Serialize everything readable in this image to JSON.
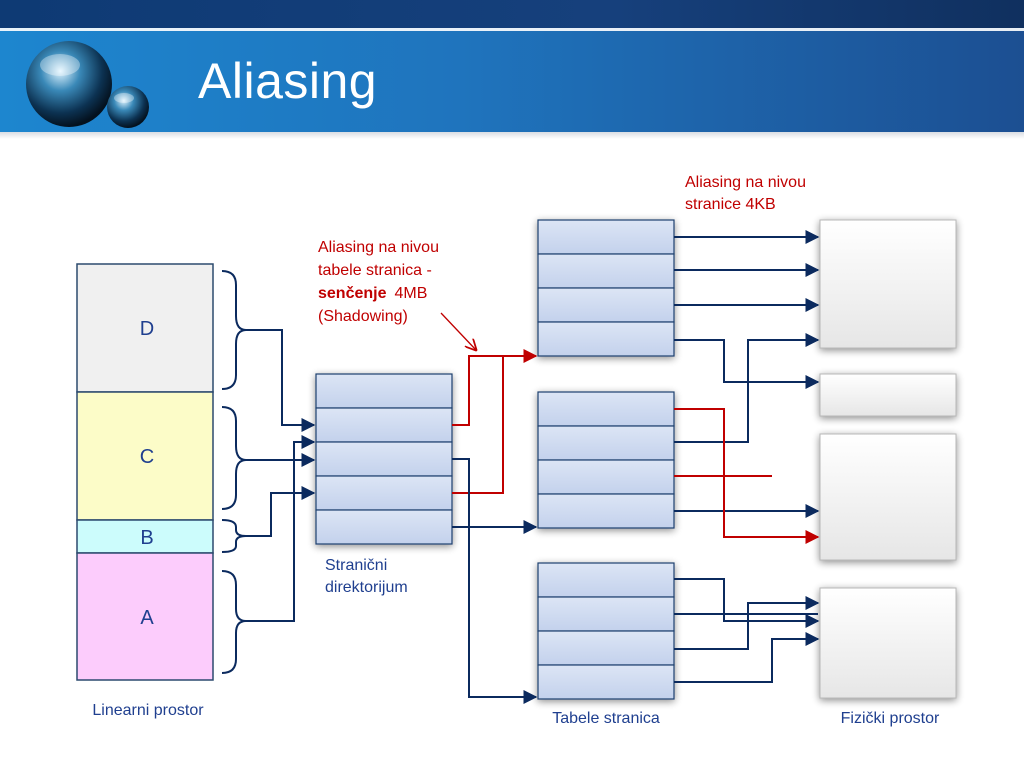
{
  "slide": {
    "title": "Aliasing"
  },
  "diagram": {
    "linear_space": {
      "label": "Linearni prostor",
      "segments": [
        "D",
        "C",
        "B",
        "A"
      ]
    },
    "page_directory": {
      "label_line1": "Stranični",
      "label_line2": "direktorijum"
    },
    "page_tables": {
      "label": "Tabele stranica"
    },
    "physical_space": {
      "label": "Fizički prostor"
    },
    "annotation_4kb": {
      "line1": "Aliasing na nivou",
      "line2": "stranice 4KB"
    },
    "annotation_4mb": {
      "line1": "Aliasing na nivou",
      "line2": "tabele stranica -",
      "line3_bold": "senčenje",
      "line3_rest": "4MB",
      "line4": "(Shadowing)"
    }
  },
  "colors": {
    "segment_d": "#f0f0f0",
    "segment_c": "#fcfcc8",
    "segment_b": "#ccfcfc",
    "segment_a": "#fcccfc",
    "arrow_blue": "#0b2a5e",
    "arrow_red": "#c00000",
    "annotation_red": "#c00000",
    "label_blue": "#1f3f8f"
  }
}
